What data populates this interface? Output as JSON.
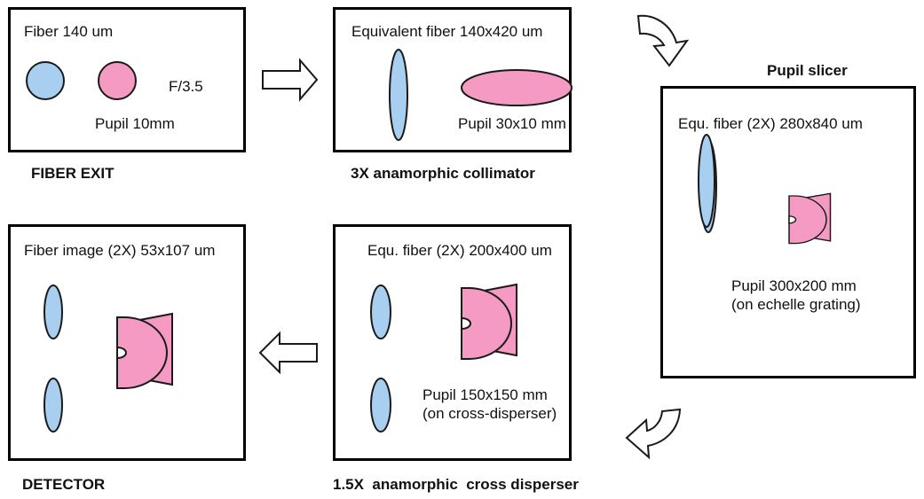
{
  "colors": {
    "fiber": "#a8cff0",
    "pupil": "#f49ac3",
    "stroke": "#1a1a1a"
  },
  "panels": {
    "fiber_exit": {
      "text": "Fiber 140 um",
      "focal_ratio": "F/3.5",
      "pupil": "Pupil 10mm",
      "caption": "FIBER EXIT"
    },
    "collimator": {
      "text": "Equivalent fiber 140x420 um",
      "pupil": "Pupil 30x10 mm",
      "caption": "3X anamorphic collimator"
    },
    "pupil_slicer": {
      "heading": "Pupil slicer",
      "text": "Equ. fiber (2X) 280x840 um",
      "pupil_line1": "Pupil 300x200 mm",
      "pupil_line2": "(on echelle grating)"
    },
    "cross_disperser": {
      "text": "Equ. fiber (2X) 200x400 um",
      "pupil_line1": "Pupil 150x150 mm",
      "pupil_line2": "(on cross-disperser)",
      "caption": "1.5X  anamorphic  cross disperser"
    },
    "detector": {
      "text": "Fiber image (2X) 53x107 um",
      "caption": "DETECTOR"
    }
  }
}
